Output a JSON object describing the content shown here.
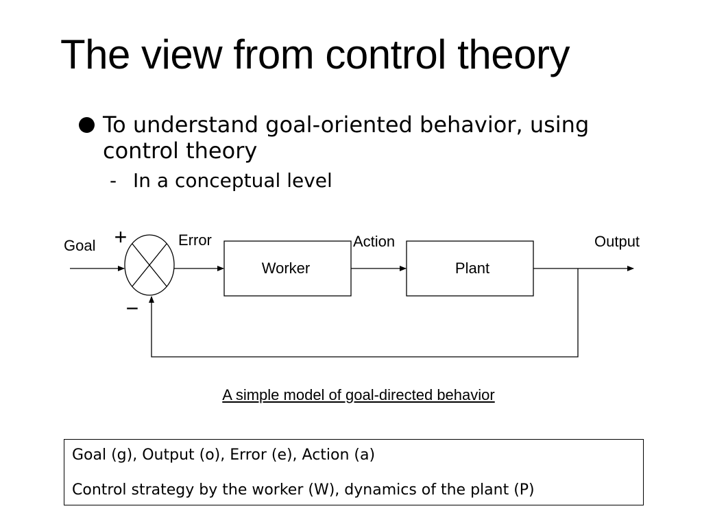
{
  "slide": {
    "title": "The view from control theory",
    "bullets": [
      {
        "text": "To understand goal-oriented behavior, using control theory",
        "subbullets": [
          {
            "marker": "-",
            "text": "In a conceptual level"
          }
        ]
      }
    ]
  },
  "diagram": {
    "input_label": "Goal",
    "plus_sign": "+",
    "minus_sign": "−",
    "error_label": "Error",
    "action_label": "Action",
    "output_label": "Output",
    "blocks": [
      {
        "id": "worker",
        "label": "Worker"
      },
      {
        "id": "plant",
        "label": "Plant"
      }
    ],
    "caption": "A simple model  of goal-directed behavior"
  },
  "definitions": [
    "Goal (g), Output (o), Error (e), Action (a)",
    "Control strategy by the worker (W), dynamics of the plant (P)"
  ]
}
